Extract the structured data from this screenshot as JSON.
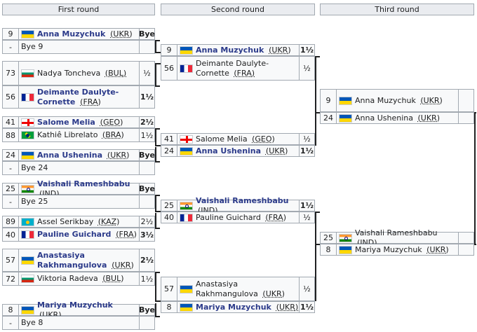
{
  "headers": [
    "First round",
    "Second round",
    "Third round"
  ],
  "round1": [
    {
      "seed": "9",
      "flag": "ukr",
      "name": "Anna Muzychuk",
      "country": "UKR",
      "score": "Bye",
      "win": true
    },
    {
      "seed": "-",
      "flag": "",
      "name": "Bye 9",
      "country": "",
      "score": "",
      "win": false
    },
    {
      "seed": "73",
      "flag": "bul",
      "name": "Nadya Toncheva",
      "country": "BUL",
      "score": "½",
      "win": false
    },
    {
      "seed": "56",
      "flag": "fra",
      "name": "Deimante Daulyte-Cornette",
      "country": "FRA",
      "score": "1½",
      "win": true
    },
    {
      "seed": "41",
      "flag": "geo",
      "name": "Salome Melia",
      "country": "GEO",
      "score": "2½",
      "win": true
    },
    {
      "seed": "88",
      "flag": "bra",
      "name": "Kathiê Librelato",
      "country": "BRA",
      "score": "1½",
      "win": false
    },
    {
      "seed": "24",
      "flag": "ukr",
      "name": "Anna Ushenina",
      "country": "UKR",
      "score": "Bye",
      "win": true
    },
    {
      "seed": "-",
      "flag": "",
      "name": "Bye 24",
      "country": "",
      "score": "",
      "win": false
    },
    {
      "seed": "25",
      "flag": "ind",
      "name": "Vaishali Rameshbabu",
      "country": "IND",
      "score": "Bye",
      "win": true
    },
    {
      "seed": "-",
      "flag": "",
      "name": "Bye 25",
      "country": "",
      "score": "",
      "win": false
    },
    {
      "seed": "89",
      "flag": "kaz",
      "name": "Assel Serikbay",
      "country": "KAZ",
      "score": "2½",
      "win": false
    },
    {
      "seed": "40",
      "flag": "fra",
      "name": "Pauline Guichard",
      "country": "FRA",
      "score": "3½",
      "win": true
    },
    {
      "seed": "57",
      "flag": "ukr",
      "name": "Anastasiya Rakhmangulova",
      "country": "UKR",
      "score": "2½",
      "win": true
    },
    {
      "seed": "72",
      "flag": "bul",
      "name": "Viktoria Radeva",
      "country": "BUL",
      "score": "1½",
      "win": false
    },
    {
      "seed": "8",
      "flag": "ukr",
      "name": "Mariya Muzychuk",
      "country": "UKR",
      "score": "Bye",
      "win": true
    },
    {
      "seed": "-",
      "flag": "",
      "name": "Bye 8",
      "country": "",
      "score": "",
      "win": false
    }
  ],
  "round2": [
    {
      "seed": "9",
      "flag": "ukr",
      "name": "Anna Muzychuk",
      "country": "UKR",
      "score": "1½",
      "win": true
    },
    {
      "seed": "56",
      "flag": "fra",
      "name": "Deimante Daulyte-Cornette",
      "country": "FRA",
      "score": "½",
      "win": false
    },
    {
      "seed": "41",
      "flag": "geo",
      "name": "Salome Melia",
      "country": "GEO",
      "score": "½",
      "win": false
    },
    {
      "seed": "24",
      "flag": "ukr",
      "name": "Anna Ushenina",
      "country": "UKR",
      "score": "1½",
      "win": true
    },
    {
      "seed": "25",
      "flag": "ind",
      "name": "Vaishali Rameshbabu",
      "country": "IND",
      "score": "1½",
      "win": true
    },
    {
      "seed": "40",
      "flag": "fra",
      "name": "Pauline Guichard",
      "country": "FRA",
      "score": "½",
      "win": false
    },
    {
      "seed": "57",
      "flag": "ukr",
      "name": "Anastasiya Rakhmangulova",
      "country": "UKR",
      "score": "½",
      "win": false
    },
    {
      "seed": "8",
      "flag": "ukr",
      "name": "Mariya Muzychuk",
      "country": "UKR",
      "score": "1½",
      "win": true
    }
  ],
  "round3": [
    {
      "seed": "9",
      "flag": "ukr",
      "name": "Anna Muzychuk",
      "country": "UKR",
      "score": "",
      "win": false
    },
    {
      "seed": "24",
      "flag": "ukr",
      "name": "Anna Ushenina",
      "country": "UKR",
      "score": "",
      "win": false
    },
    {
      "seed": "25",
      "flag": "ind",
      "name": "Vaishali Rameshbabu",
      "country": "IND",
      "score": "",
      "win": false
    },
    {
      "seed": "8",
      "flag": "ukr",
      "name": "Mariya Muzychuk",
      "country": "UKR",
      "score": "",
      "win": false
    }
  ]
}
